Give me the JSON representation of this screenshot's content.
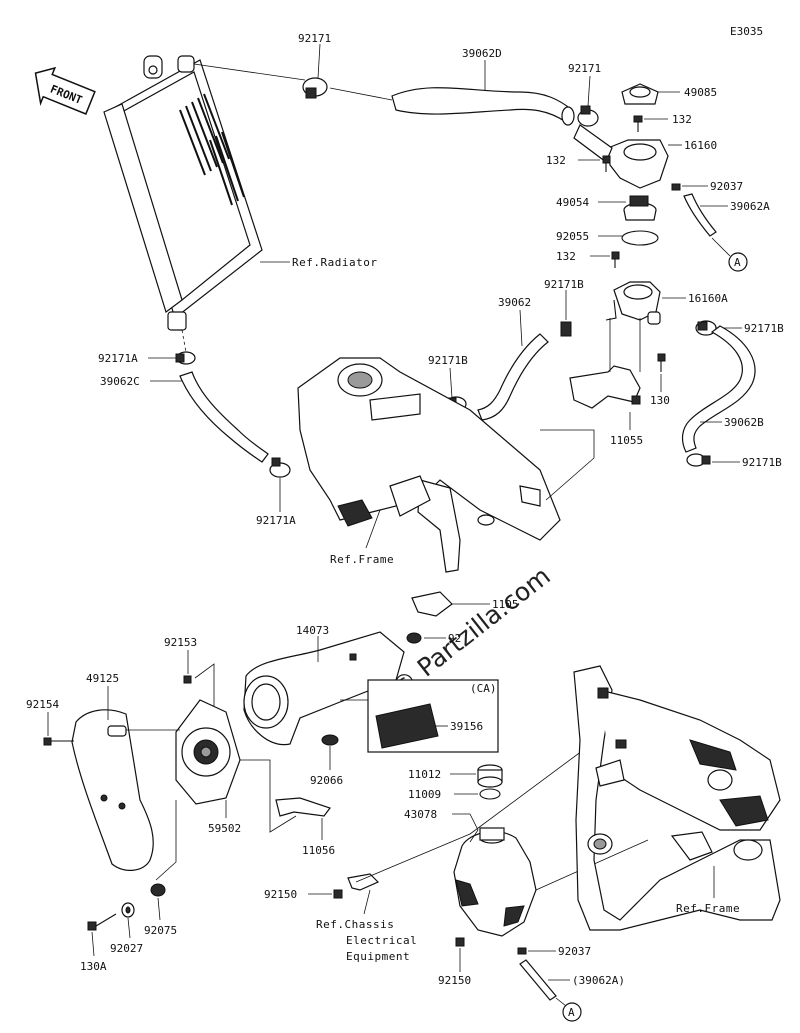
{
  "diagram_code": "E3035",
  "front_label": "FRONT",
  "watermark": "© Partzilla.com",
  "ca_box": {
    "label": "(CA)",
    "part": "39156"
  },
  "callout_a_top": "A",
  "callout_a_bottom": "A",
  "labels": {
    "p92171_top": "92171",
    "p39062D": "39062D",
    "p92171_r": "92171",
    "p49085": "49085",
    "p132_a": "132",
    "p16160": "16160",
    "p132_b": "132",
    "p92037_top": "92037",
    "p49054": "49054",
    "p39062A": "39062A",
    "p92055": "92055",
    "p132_c": "132",
    "p92171B_a": "92171B",
    "p16160A": "16160A",
    "p39062": "39062",
    "p92171B_b": "92171B",
    "p92171B_c": "92171B",
    "p130": "130",
    "p11055": "11055",
    "p39062B": "39062B",
    "p92171B_d": "92171B",
    "p92171A_a": "92171A",
    "p39062C": "39062C",
    "p92171A_b": "92171A",
    "p1105x": "1105",
    "p92x": "92",
    "p92153": "92153",
    "p14073": "14073",
    "p49125": "49125",
    "p92154": "92154",
    "p92066": "92066",
    "p59502": "59502",
    "p11056": "11056",
    "p11012": "11012",
    "p11009": "11009",
    "p43078": "43078",
    "p92150_a": "92150",
    "p92027": "92027",
    "p92075": "92075",
    "p130A": "130A",
    "p92150_b": "92150",
    "p92037_bot": "92037",
    "p39062A_paren": "(39062A)"
  },
  "refs": {
    "radiator": "Ref.Radiator",
    "frame_mid": "Ref.Frame",
    "frame_right": "Ref.Frame",
    "chassis_1": "Ref.Chassis",
    "chassis_2": "Electrical",
    "chassis_3": "Equipment"
  }
}
